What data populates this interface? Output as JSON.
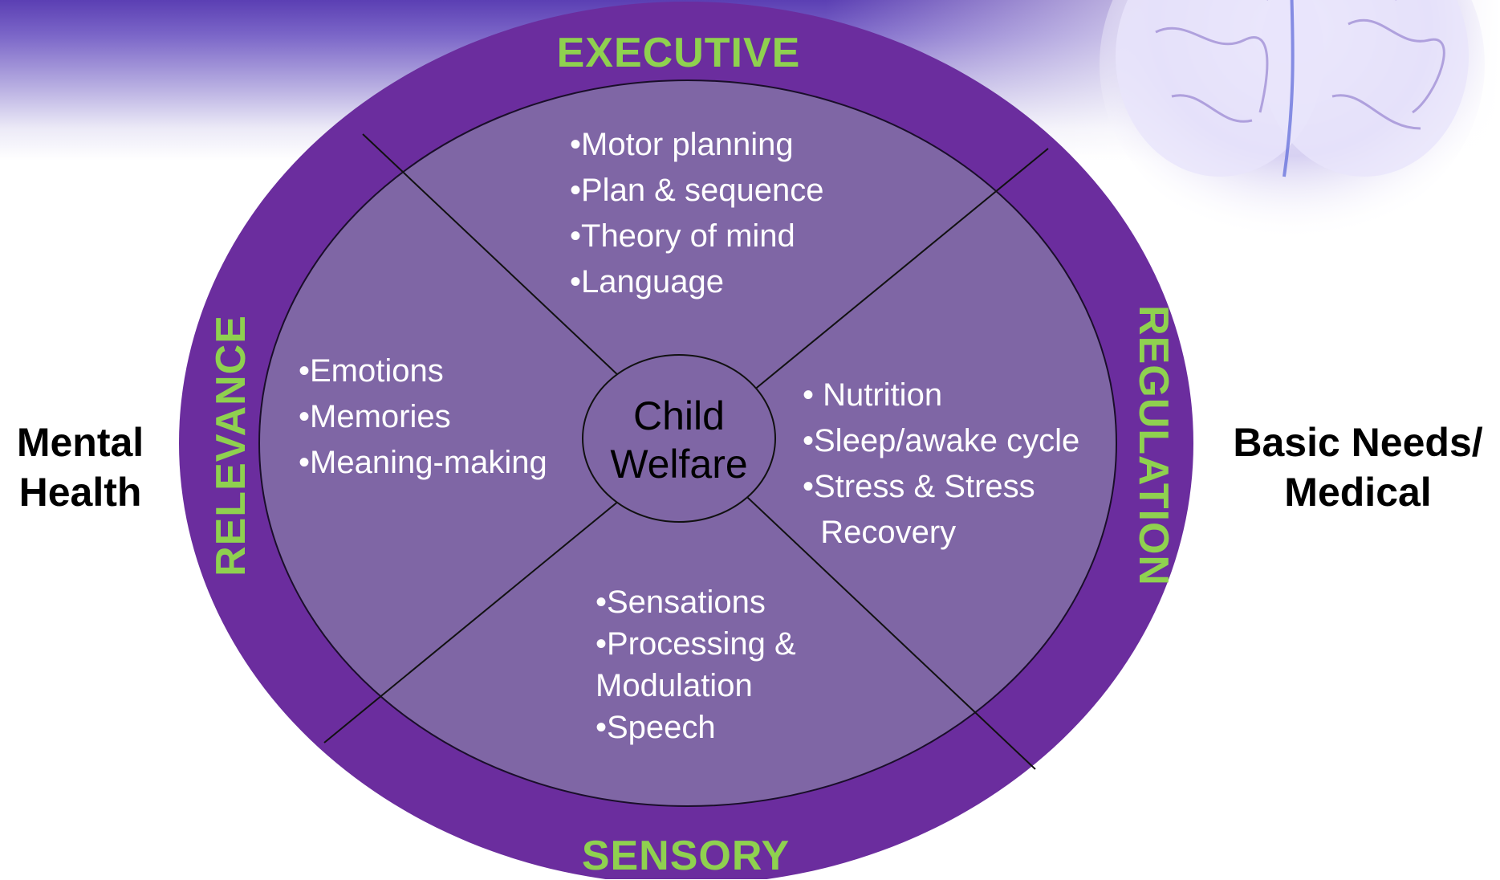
{
  "colors": {
    "outer_ring": "#6b2d9e",
    "inner_disc": "#7f66a5",
    "ring_label": "#8fd14f",
    "bullet_text": "#ffffff",
    "band_top": "#5b3fb3"
  },
  "icons": {
    "background_decoration": "brain-icon"
  },
  "side_labels": {
    "left": [
      "Mental",
      "Health"
    ],
    "right": [
      "Basic Needs/",
      "Medical"
    ]
  },
  "ring_labels": {
    "top": "EXECUTIVE",
    "left": "RELEVANCE",
    "right": "REGULATION",
    "bottom": "SENSORY"
  },
  "center": [
    "Child",
    "Welfare"
  ],
  "quadrants": {
    "executive": [
      "•Motor planning",
      "•Plan & sequence",
      "•Theory of mind",
      "•Language"
    ],
    "relevance": [
      "•Emotions",
      "•Memories",
      "•Meaning-making"
    ],
    "regulation": [
      "• Nutrition",
      "•Sleep/awake cycle",
      "•Stress & Stress",
      "  Recovery"
    ],
    "sensory": [
      "•Sensations",
      "•Processing &",
      "Modulation",
      "•Speech"
    ]
  }
}
